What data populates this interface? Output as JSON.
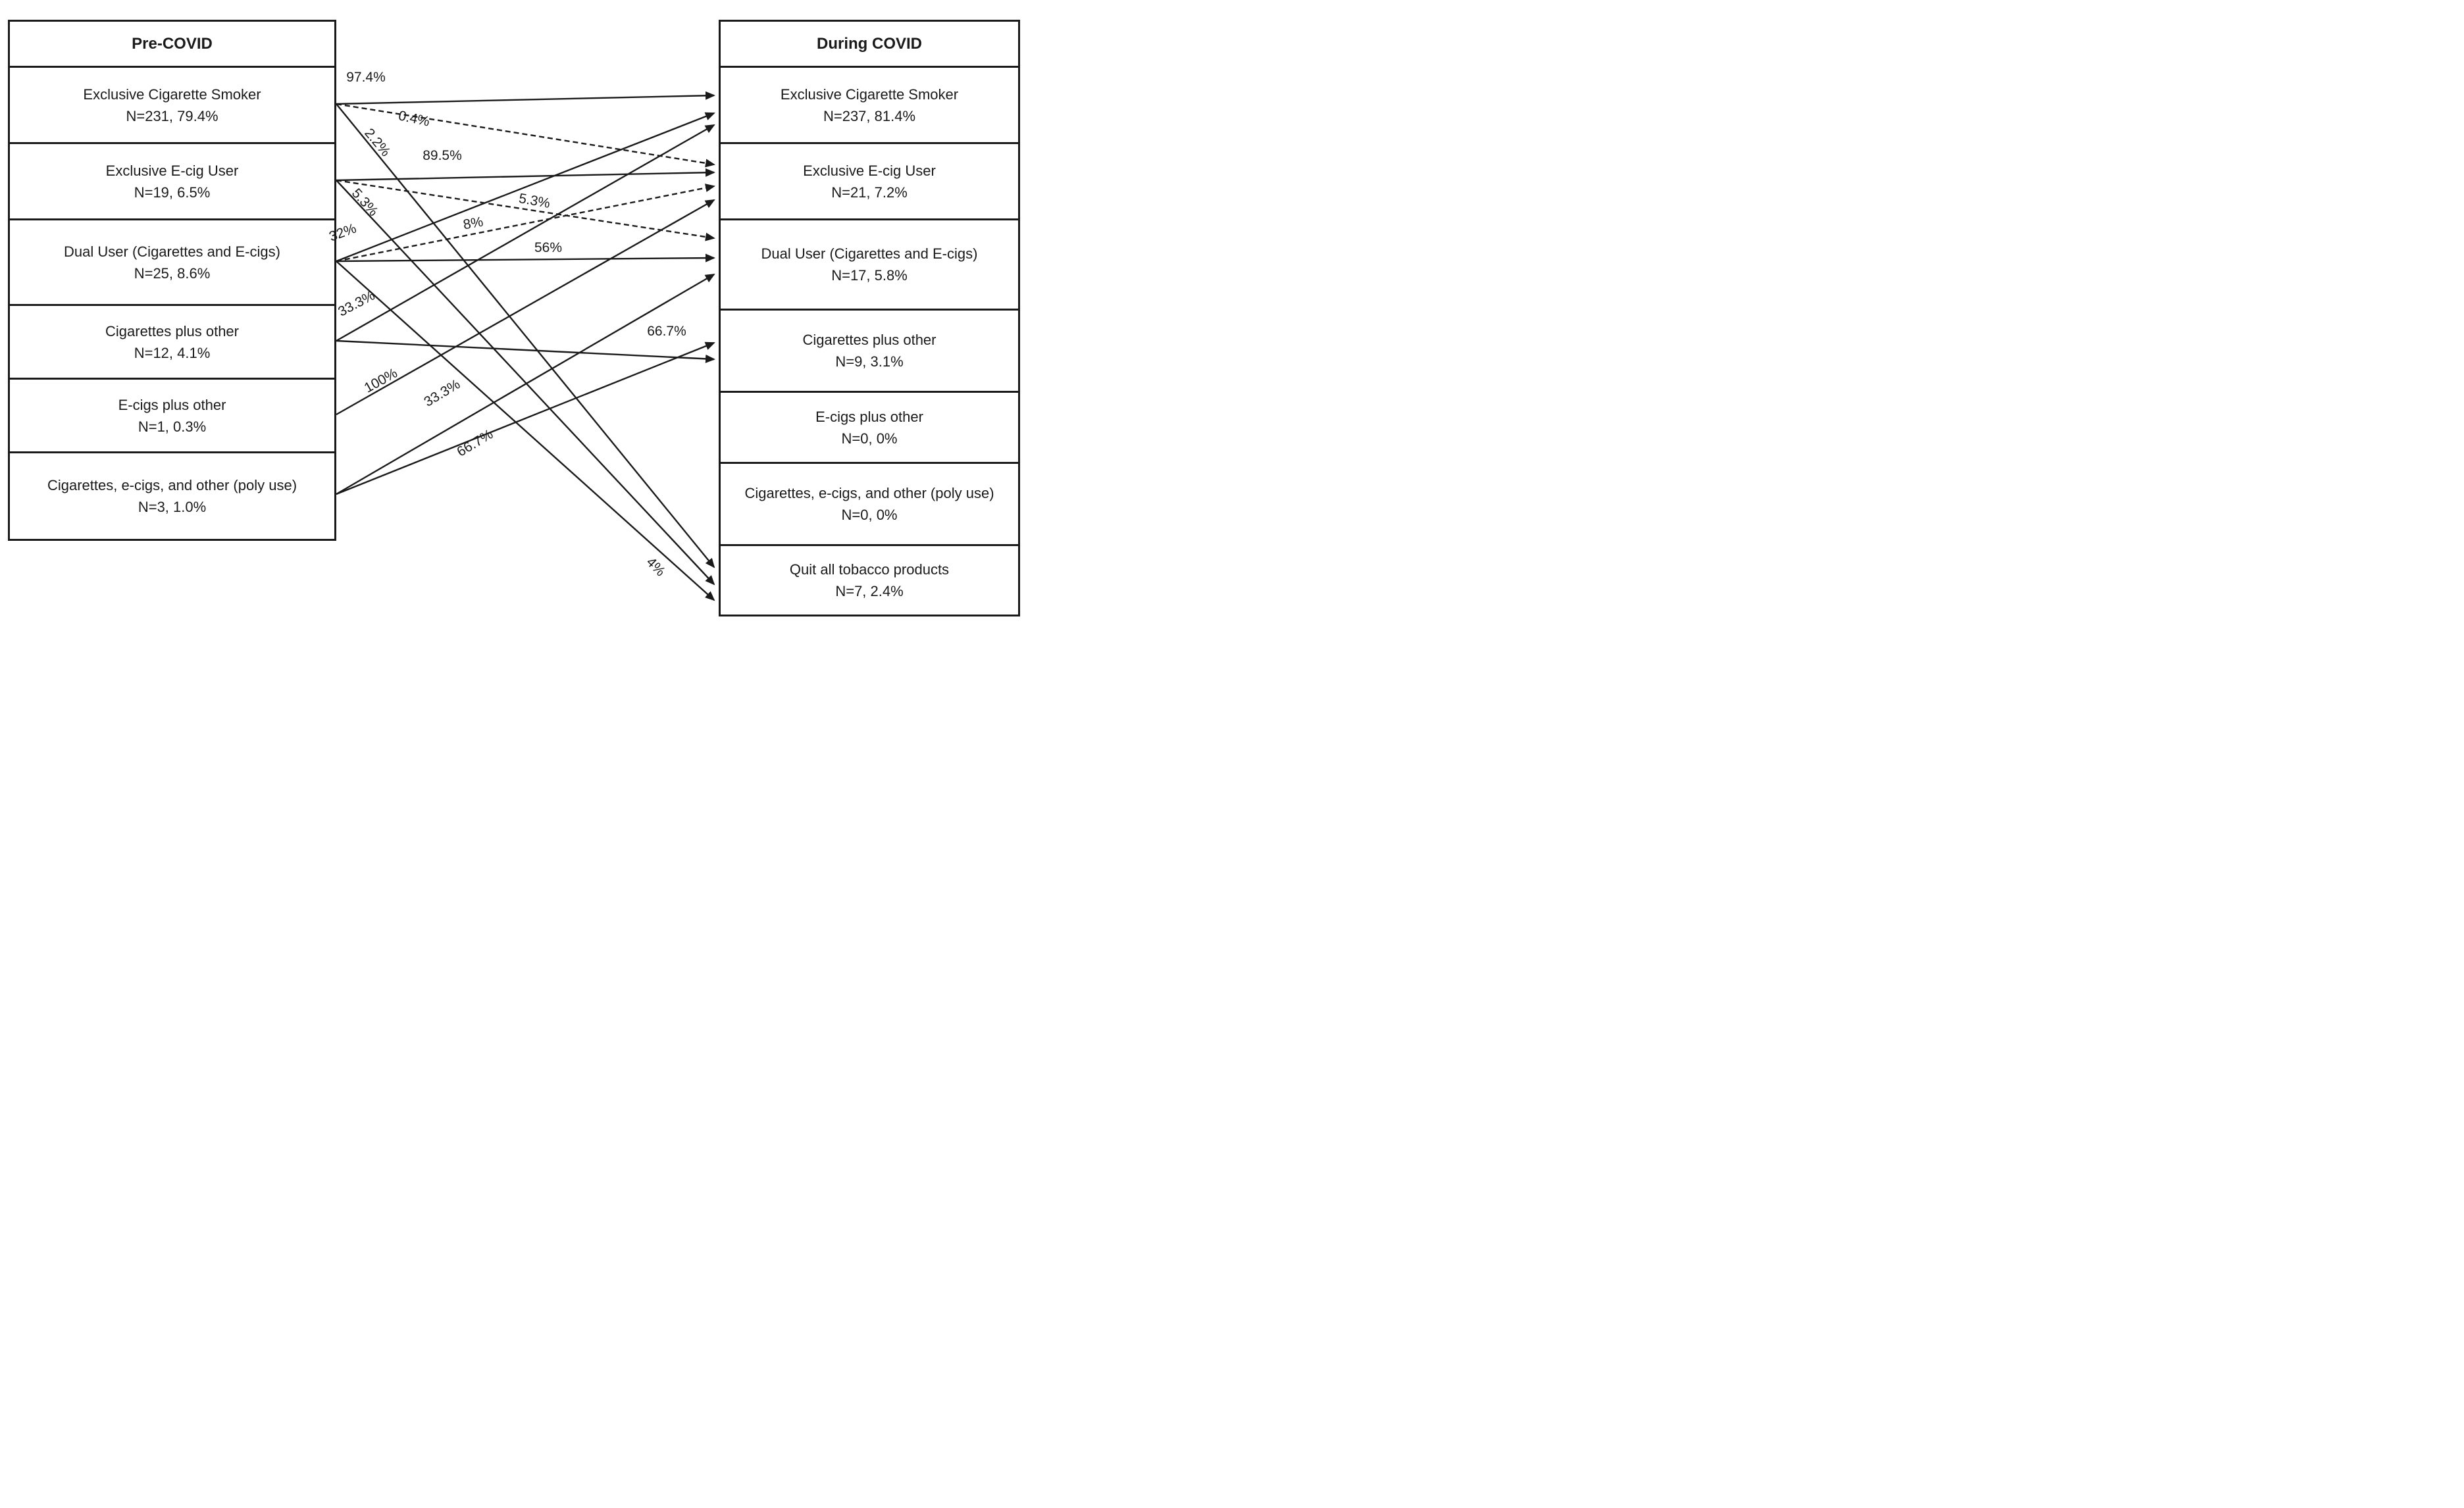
{
  "figure": {
    "description": "Transitions in tobacco product use categories from Pre-COVID to During COVID",
    "colors": {
      "ink": "#1a1a1a",
      "background": "#ffffff"
    },
    "left_table": {
      "header": "Pre-COVID",
      "rows": [
        {
          "label": "Exclusive Cigarette Smoker",
          "stats": "N=231, 79.4%"
        },
        {
          "label": "Exclusive E-cig User",
          "stats": "N=19, 6.5%"
        },
        {
          "label": "Dual User (Cigarettes and E-cigs)",
          "stats": "N=25, 8.6%"
        },
        {
          "label": "Cigarettes plus other",
          "stats": "N=12, 4.1%"
        },
        {
          "label": "E-cigs plus other",
          "stats": "N=1, 0.3%"
        },
        {
          "label": "Cigarettes, e-cigs, and other (poly use)",
          "stats": "N=3, 1.0%"
        }
      ]
    },
    "right_table": {
      "header": "During COVID",
      "rows": [
        {
          "label": "Exclusive Cigarette Smoker",
          "stats": "N=237, 81.4%"
        },
        {
          "label": "Exclusive E-cig User",
          "stats": "N=21, 7.2%"
        },
        {
          "label": "Dual User (Cigarettes and E-cigs)",
          "stats": "N=17, 5.8%"
        },
        {
          "label": "Cigarettes plus other",
          "stats": "N=9, 3.1%"
        },
        {
          "label": "E-cigs plus other",
          "stats": "N=0, 0%"
        },
        {
          "label": "Cigarettes, e-cigs, and other (poly use)",
          "stats": "N=0, 0%"
        },
        {
          "label": "Quit all tobacco products",
          "stats": "N=7, 2.4%"
        }
      ]
    },
    "arrows": [
      {
        "from": "Exclusive Cigarette Smoker",
        "to": "Exclusive Cigarette Smoker",
        "label": "97.4%",
        "line": "solid"
      },
      {
        "from": "Exclusive Cigarette Smoker",
        "to": "Exclusive E-cig User",
        "label": "0.4%",
        "line": "dashed"
      },
      {
        "from": "Exclusive Cigarette Smoker",
        "to": "Quit all tobacco products",
        "label": "2.2%",
        "line": "solid"
      },
      {
        "from": "Exclusive E-cig User",
        "to": "Exclusive E-cig User",
        "label": "89.5%",
        "line": "solid"
      },
      {
        "from": "Exclusive E-cig User",
        "to": "Dual User (Cigarettes and E-cigs)",
        "label": "5.3%",
        "line": "dashed"
      },
      {
        "from": "Exclusive E-cig User",
        "to": "Quit all tobacco products",
        "label": "5.3%",
        "line": "solid"
      },
      {
        "from": "Dual User (Cigarettes and E-cigs)",
        "to": "Exclusive Cigarette Smoker",
        "label": "32%",
        "line": "solid"
      },
      {
        "from": "Dual User (Cigarettes and E-cigs)",
        "to": "Exclusive E-cig User",
        "label": "8%",
        "line": "dashed"
      },
      {
        "from": "Dual User (Cigarettes and E-cigs)",
        "to": "Dual User (Cigarettes and E-cigs)",
        "label": "56%",
        "line": "solid"
      },
      {
        "from": "Dual User (Cigarettes and E-cigs)",
        "to": "Quit all tobacco products",
        "label": "4%",
        "line": "solid"
      },
      {
        "from": "Cigarettes plus other",
        "to": "Exclusive Cigarette Smoker",
        "label": "33.3%",
        "line": "solid"
      },
      {
        "from": "Cigarettes plus other",
        "to": "Cigarettes plus other",
        "label": "66.7%",
        "line": "solid"
      },
      {
        "from": "E-cigs plus other",
        "to": "Exclusive E-cig User",
        "label": "100%",
        "line": "solid"
      },
      {
        "from": "Cigarettes, e-cigs, and other (poly use)",
        "to": "Dual User (Cigarettes and E-cigs)",
        "label": "66.7%",
        "line": "solid"
      },
      {
        "from": "Cigarettes, e-cigs, and other (poly use)",
        "to": "Cigarettes plus other",
        "label": "33.3%",
        "line": "solid"
      }
    ]
  }
}
